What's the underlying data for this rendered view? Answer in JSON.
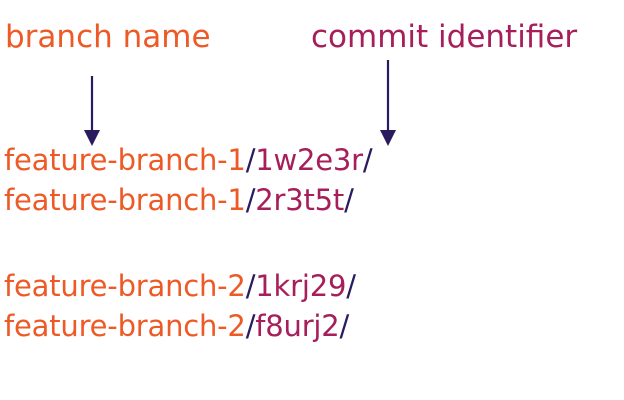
{
  "labels": {
    "branch": "branch name",
    "commit": "commit identifier"
  },
  "separator": "/",
  "paths": [
    {
      "branch": "feature-branch-1",
      "commit": "1w2e3r"
    },
    {
      "branch": "feature-branch-1",
      "commit": "2r3t5t"
    },
    {
      "branch": "feature-branch-2",
      "commit": "1krj29"
    },
    {
      "branch": "feature-branch-2",
      "commit": "f8urj2"
    }
  ],
  "colors": {
    "branch": "#ed5a26",
    "commit": "#a61f5a",
    "separator": "#2a1a5e",
    "arrow": "#2a1a5e"
  }
}
